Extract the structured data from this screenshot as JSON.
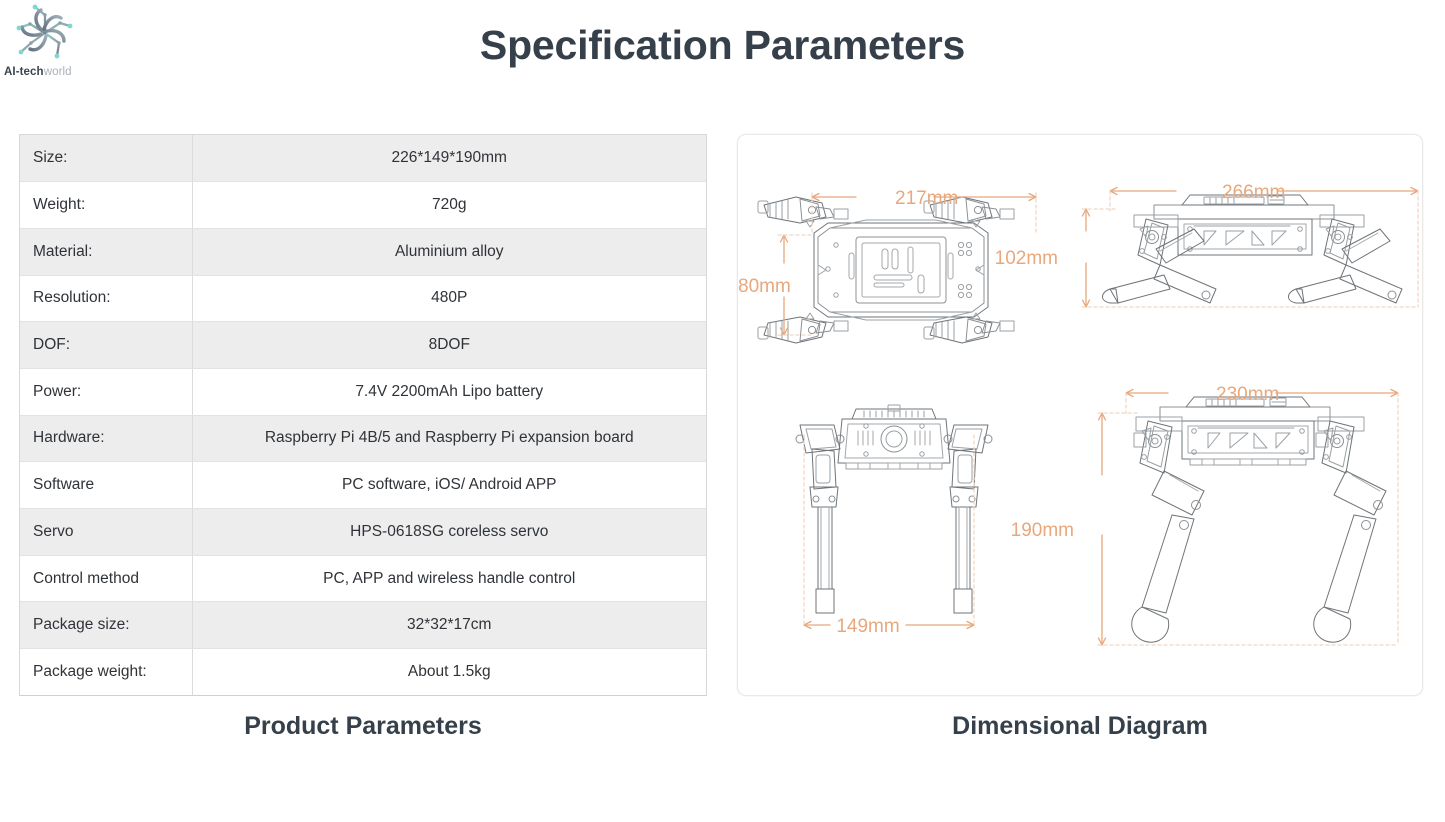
{
  "logo": {
    "icon": "pinwheel-circuit-logo",
    "text_bold": "AI-tech",
    "text_light": "world"
  },
  "header": {
    "title": "Specification Parameters"
  },
  "colors": {
    "title_text": "#36404b",
    "table_shade_row": "#ededed",
    "table_plain_row": "#ffffff",
    "table_border": "#dcdcdc",
    "dimension_line": "#e8a87c",
    "dimension_text": "#e8a87c",
    "drawing_line": "#6f7478",
    "panel_border": "#e9e9e9"
  },
  "spec_table": {
    "rows": [
      {
        "key": "Size:",
        "value": "226*149*190mm"
      },
      {
        "key": "Weight:",
        "value": "720g"
      },
      {
        "key": "Material:",
        "value": "Aluminium alloy"
      },
      {
        "key": "Resolution:",
        "value": "480P"
      },
      {
        "key": "DOF:",
        "value": "8DOF"
      },
      {
        "key": "Power:",
        "value": "7.4V 2200mAh Lipo battery"
      },
      {
        "key": "Hardware:",
        "value": "Raspberry Pi 4B/5 and Raspberry Pi expansion board"
      },
      {
        "key": "Software",
        "value": "PC software, iOS/ Android APP"
      },
      {
        "key": "Servo",
        "value": "HPS-0618SG coreless servo"
      },
      {
        "key": "Control method",
        "value": "PC, APP and wireless handle control"
      },
      {
        "key": "Package size:",
        "value": "32*32*17cm"
      },
      {
        "key": "Package weight:",
        "value": "About 1.5kg"
      }
    ]
  },
  "captions": {
    "left": "Product Parameters",
    "right": "Dimensional Diagram"
  },
  "diagram": {
    "views": [
      {
        "name": "top-view",
        "width_label": "217mm",
        "height_label": "80mm"
      },
      {
        "name": "side-view-standing",
        "width_label": "266mm",
        "height_label": "102mm"
      },
      {
        "name": "front-view",
        "width_label": "149mm",
        "height_label": ""
      },
      {
        "name": "side-view-extended",
        "width_label": "230mm",
        "height_label": "190mm"
      }
    ]
  }
}
